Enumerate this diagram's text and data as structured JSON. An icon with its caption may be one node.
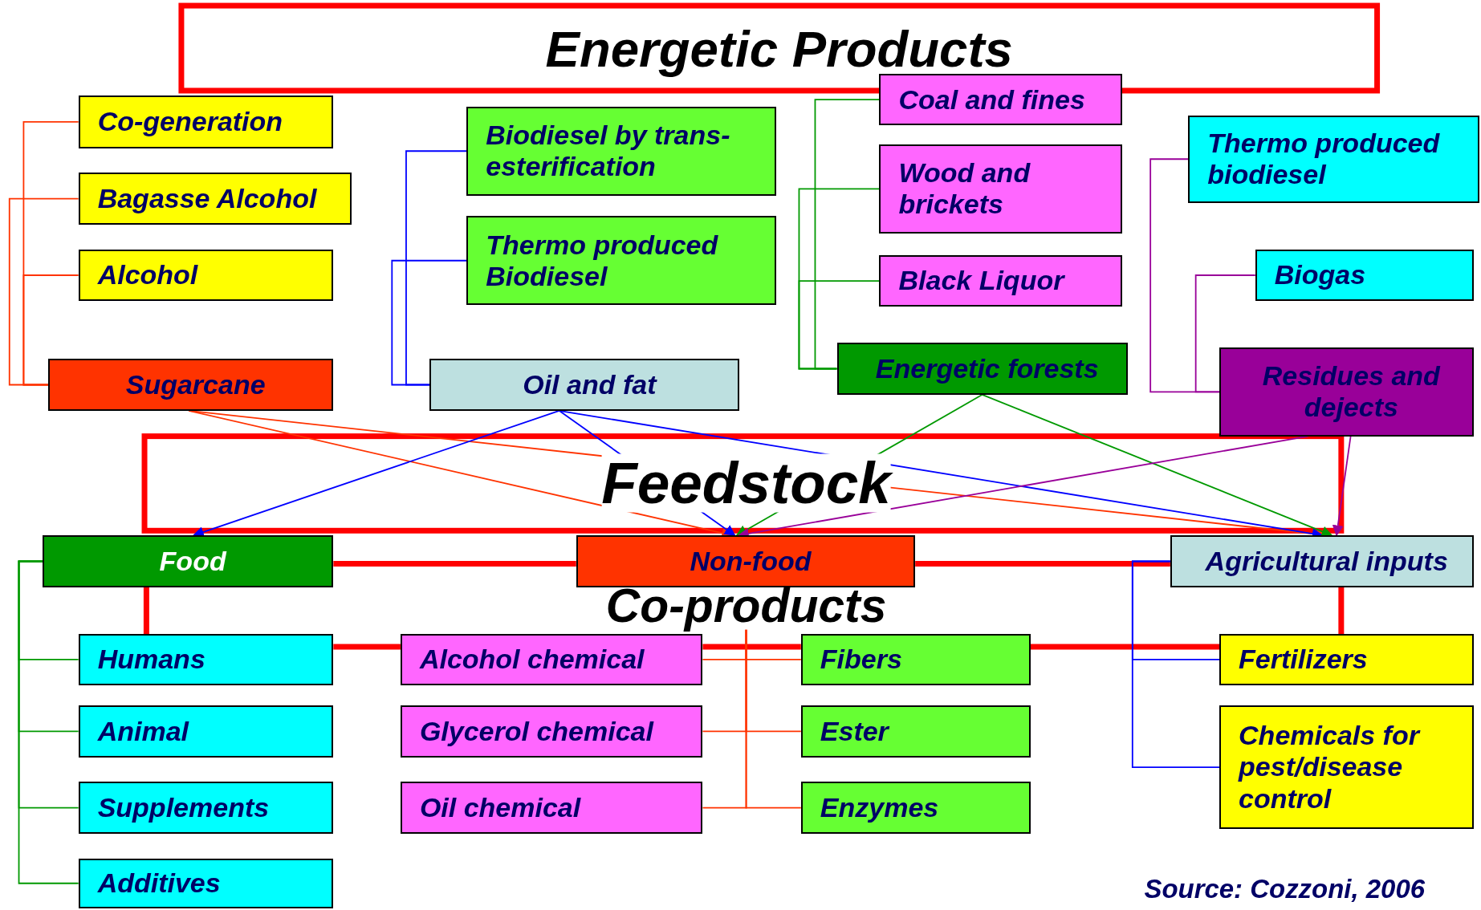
{
  "diagram": {
    "nodes": [
      {
        "text": [
          "Co-generation"
        ]
      },
      {
        "text": [
          "Coal and fines"
        ]
      },
      {
        "text": [
          "Biodiesel by trans-esterification"
        ]
      },
      {
        "text": [
          "Thermo produced biodiesel"
        ]
      },
      {
        "text": [
          "Bagasse Alcohol"
        ]
      },
      {
        "text": [
          "Wood and brickets"
        ]
      },
      {
        "text": [
          "Thermo produced Biodiesel"
        ]
      },
      {
        "text": [
          "Biogas"
        ]
      },
      {
        "text": [
          "Alcohol"
        ]
      },
      {
        "text": [
          "Black Liquor"
        ]
      },
      {
        "text": [
          "Energetic forests"
        ]
      },
      {
        "text": [
          "Sugarcane"
        ]
      },
      {
        "text": [
          "Oil and  fat"
        ]
      },
      {
        "text": [
          "Residues and dejects"
        ]
      },
      {
        "text": [
          "Food"
        ]
      },
      {
        "text": [
          "Non-food"
        ]
      },
      {
        "text": [
          "Agricultural inputs"
        ]
      },
      {
        "text": [
          "Humans"
        ]
      },
      {
        "text": [
          "Alcohol chemical"
        ]
      },
      {
        "text": [
          "Fibers"
        ]
      },
      {
        "text": [
          "Fertilizers"
        ]
      },
      {
        "text": [
          "Animal"
        ]
      },
      {
        "text": [
          "Glycerol chemical"
        ]
      },
      {
        "text": [
          "Ester"
        ]
      },
      {
        "text": [
          "Chemicals for pest/disease control"
        ]
      },
      {
        "text": [
          "Supplements"
        ]
      },
      {
        "text": [
          "Oil chemical"
        ]
      },
      {
        "text": [
          "Enzymes"
        ]
      },
      {
        "text": [
          "Additives"
        ]
      }
    ],
    "edges": [
      {
        "from": 11,
        "to": 0,
        "arrow": "none"
      },
      {
        "from": 11,
        "to": 4,
        "arrow": "none"
      },
      {
        "from": 11,
        "to": 8,
        "arrow": "none"
      },
      {
        "from": 12,
        "to": 2,
        "arrow": "none",
        "color": "#0000ff"
      },
      {
        "from": 12,
        "to": 6,
        "arrow": "none",
        "color": "#0000ff"
      },
      {
        "from": 10,
        "to": 1,
        "arrow": "none",
        "color": "#009900"
      },
      {
        "from": 10,
        "to": 5,
        "arrow": "none",
        "color": "#009900"
      },
      {
        "from": 10,
        "to": 9,
        "arrow": "none",
        "color": "#009900"
      },
      {
        "from": 13,
        "to": 3,
        "arrow": "none",
        "color": "#990099"
      },
      {
        "from": 13,
        "to": 7,
        "arrow": "none",
        "color": "#990099"
      },
      {
        "from": 11,
        "to": 15,
        "arrow": "to"
      },
      {
        "from": 11,
        "to": 16,
        "arrow": "to"
      },
      {
        "from": 12,
        "to": 14,
        "arrow": "to",
        "color": "#0000ff"
      },
      {
        "from": 12,
        "to": 15,
        "arrow": "to",
        "color": "#0000ff"
      },
      {
        "from": 12,
        "to": 16,
        "arrow": "to",
        "color": "#0000ff"
      },
      {
        "from": 10,
        "to": 15,
        "arrow": "to",
        "color": "#009900"
      },
      {
        "from": 10,
        "to": 16,
        "arrow": "to",
        "color": "#009900"
      },
      {
        "from": 13,
        "to": 15,
        "arrow": "to",
        "color": "#990099"
      },
      {
        "from": 13,
        "to": 16,
        "arrow": "to",
        "color": "#990099"
      },
      {
        "from": 14,
        "to": 17,
        "arrow": "none",
        "color": "#009900"
      },
      {
        "from": 14,
        "to": 21,
        "arrow": "none",
        "color": "#009900"
      },
      {
        "from": 14,
        "to": 25,
        "arrow": "none",
        "color": "#009900"
      },
      {
        "from": 14,
        "to": 28,
        "arrow": "none",
        "color": "#009900"
      },
      {
        "from": 15,
        "to": 18,
        "arrow": "none"
      },
      {
        "from": 15,
        "to": 22,
        "arrow": "none"
      },
      {
        "from": 15,
        "to": 26,
        "arrow": "none"
      },
      {
        "from": 15,
        "to": 19,
        "arrow": "none"
      },
      {
        "from": 15,
        "to": 23,
        "arrow": "none"
      },
      {
        "from": 15,
        "to": 27,
        "arrow": "none"
      },
      {
        "from": 16,
        "to": 20,
        "arrow": "none",
        "color": "#0000ff"
      },
      {
        "from": 16,
        "to": 24,
        "arrow": "none",
        "color": "#0000ff"
      }
    ],
    "labels": [
      "Energetic Products",
      "Feedstock",
      "Co-products",
      "Source: Cozzoni, 2006"
    ]
  }
}
